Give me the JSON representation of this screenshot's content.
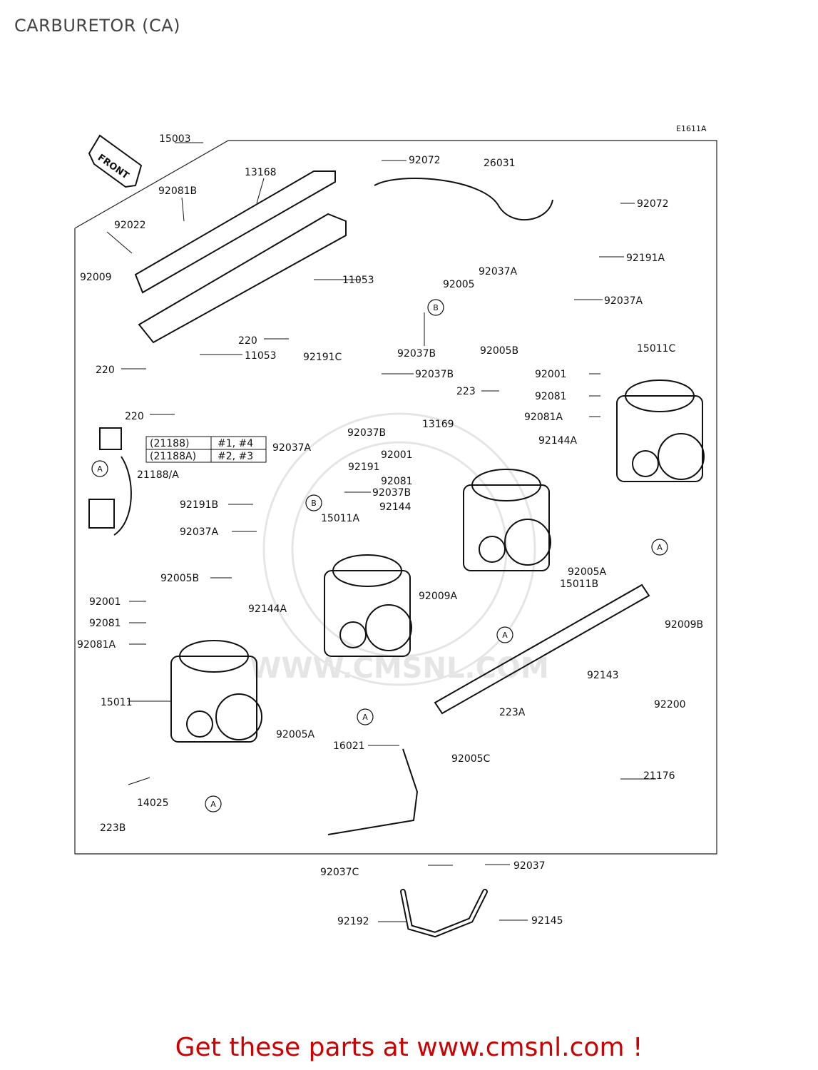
{
  "header": {
    "title": "CARBURETOR (CA)"
  },
  "diagram": {
    "code": "E1611A",
    "front_label": "FRONT",
    "table": [
      {
        "part": "(21188)",
        "cyl": "#1, #4"
      },
      {
        "part": "(21188A)",
        "cyl": "#2, #3"
      }
    ],
    "watermark": "WWW.CMSNL.COM",
    "parts": {
      "p15003": "15003",
      "p13168": "13168",
      "p92081B": "92081B",
      "p92022": "92022",
      "p92009": "92009",
      "p11053a": "11053",
      "p220a": "220",
      "p11053b": "11053",
      "p220b": "220",
      "p220c": "220",
      "p92072a": "92072",
      "p26031": "26031",
      "p92072b": "92072",
      "p92191A": "92191A",
      "p92037Aa": "92037A",
      "p92005": "92005",
      "p92037Ab": "92037A",
      "p92191C": "92191C",
      "p92037Ba": "92037B",
      "p92005Ba": "92005B",
      "p92037Bb": "92037B",
      "p15011C": "15011C",
      "p92001a": "92001",
      "p223": "223",
      "p92081a": "92081",
      "p13169": "13169",
      "p92081Aa": "92081A",
      "p92037Bc": "92037B",
      "p92144Aa": "92144A",
      "p92037Ac": "92037A",
      "p92001b": "92001",
      "p92191": "92191",
      "p21188A": "21188/A",
      "p92081b": "92081",
      "p92037Bd": "92037B",
      "p92191B": "92191B",
      "p92144": "92144",
      "p15011A": "15011A",
      "p92037Ad": "92037A",
      "p92005Bb": "92005B",
      "p92005Aa": "92005A",
      "p92009A": "92009A",
      "p15011B": "15011B",
      "p92001c": "92001",
      "p92144Ab": "92144A",
      "p92081c": "92081",
      "p92081Ab": "92081A",
      "p92009B": "92009B",
      "p92143": "92143",
      "p92200": "92200",
      "p15011": "15011",
      "p92005Ab": "92005A",
      "p223A": "223A",
      "p16021": "16021",
      "p92005C": "92005C",
      "p21176": "21176",
      "p14025": "14025",
      "p223B": "223B",
      "p92037Ca": "92037C",
      "p92037": "92037",
      "p92192": "92192",
      "p92145": "92145",
      "refA": "A",
      "refB": "B"
    }
  },
  "footer": {
    "promo": "Get these parts at www.cmsnl.com !"
  }
}
